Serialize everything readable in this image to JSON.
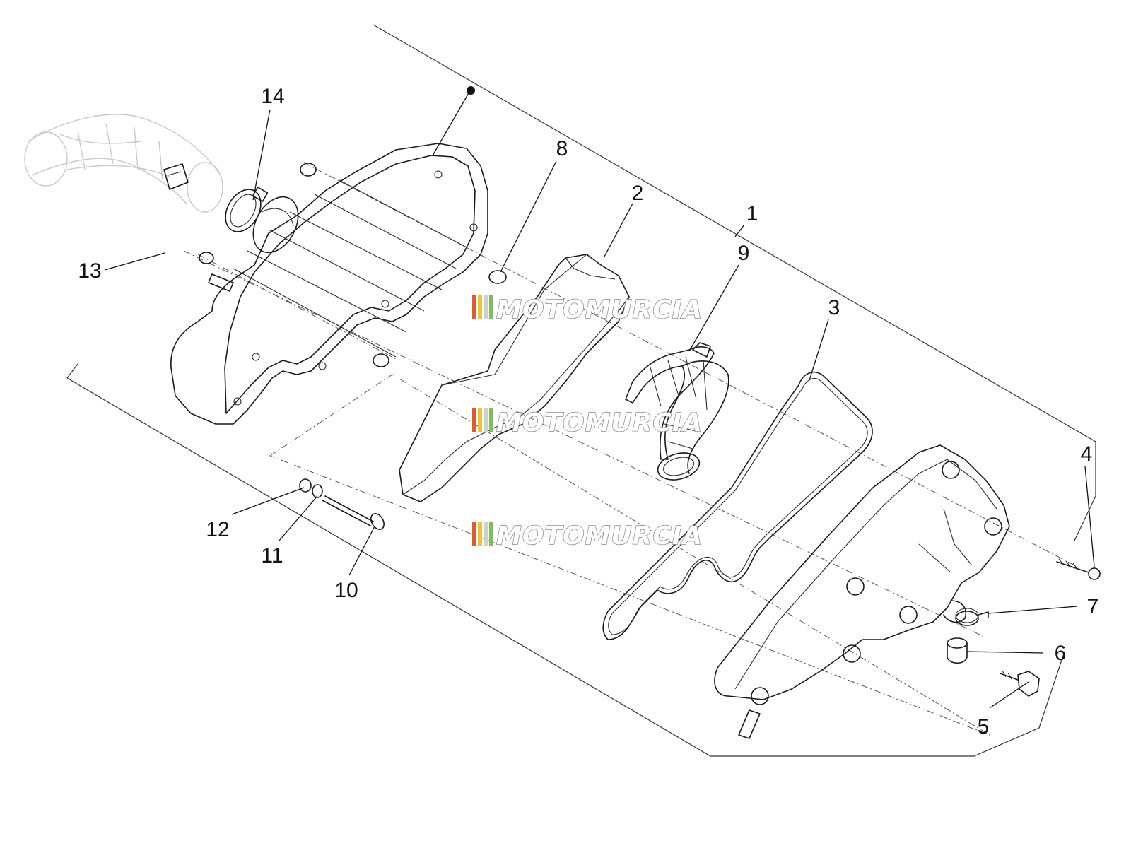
{
  "diagram": {
    "callouts": [
      {
        "id": "c1",
        "label": "1"
      },
      {
        "id": "c2",
        "label": "2"
      },
      {
        "id": "c3",
        "label": "3"
      },
      {
        "id": "c4",
        "label": "4"
      },
      {
        "id": "c5",
        "label": "5"
      },
      {
        "id": "c6",
        "label": "6"
      },
      {
        "id": "c7",
        "label": "7"
      },
      {
        "id": "c8",
        "label": "8"
      },
      {
        "id": "c9",
        "label": "9"
      },
      {
        "id": "c10",
        "label": "10"
      },
      {
        "id": "c11",
        "label": "11"
      },
      {
        "id": "c12",
        "label": "12"
      },
      {
        "id": "c13",
        "label": "13"
      },
      {
        "id": "c14",
        "label": "14"
      }
    ],
    "watermark": "MOTOMURCIA",
    "colors": {
      "line": "#1a1a1a",
      "ghost_part": "#c9c9c9",
      "watermark_stripes": [
        "#e05a3a",
        "#f1c232",
        "#cfcfcf",
        "#7fbf5a"
      ]
    }
  }
}
